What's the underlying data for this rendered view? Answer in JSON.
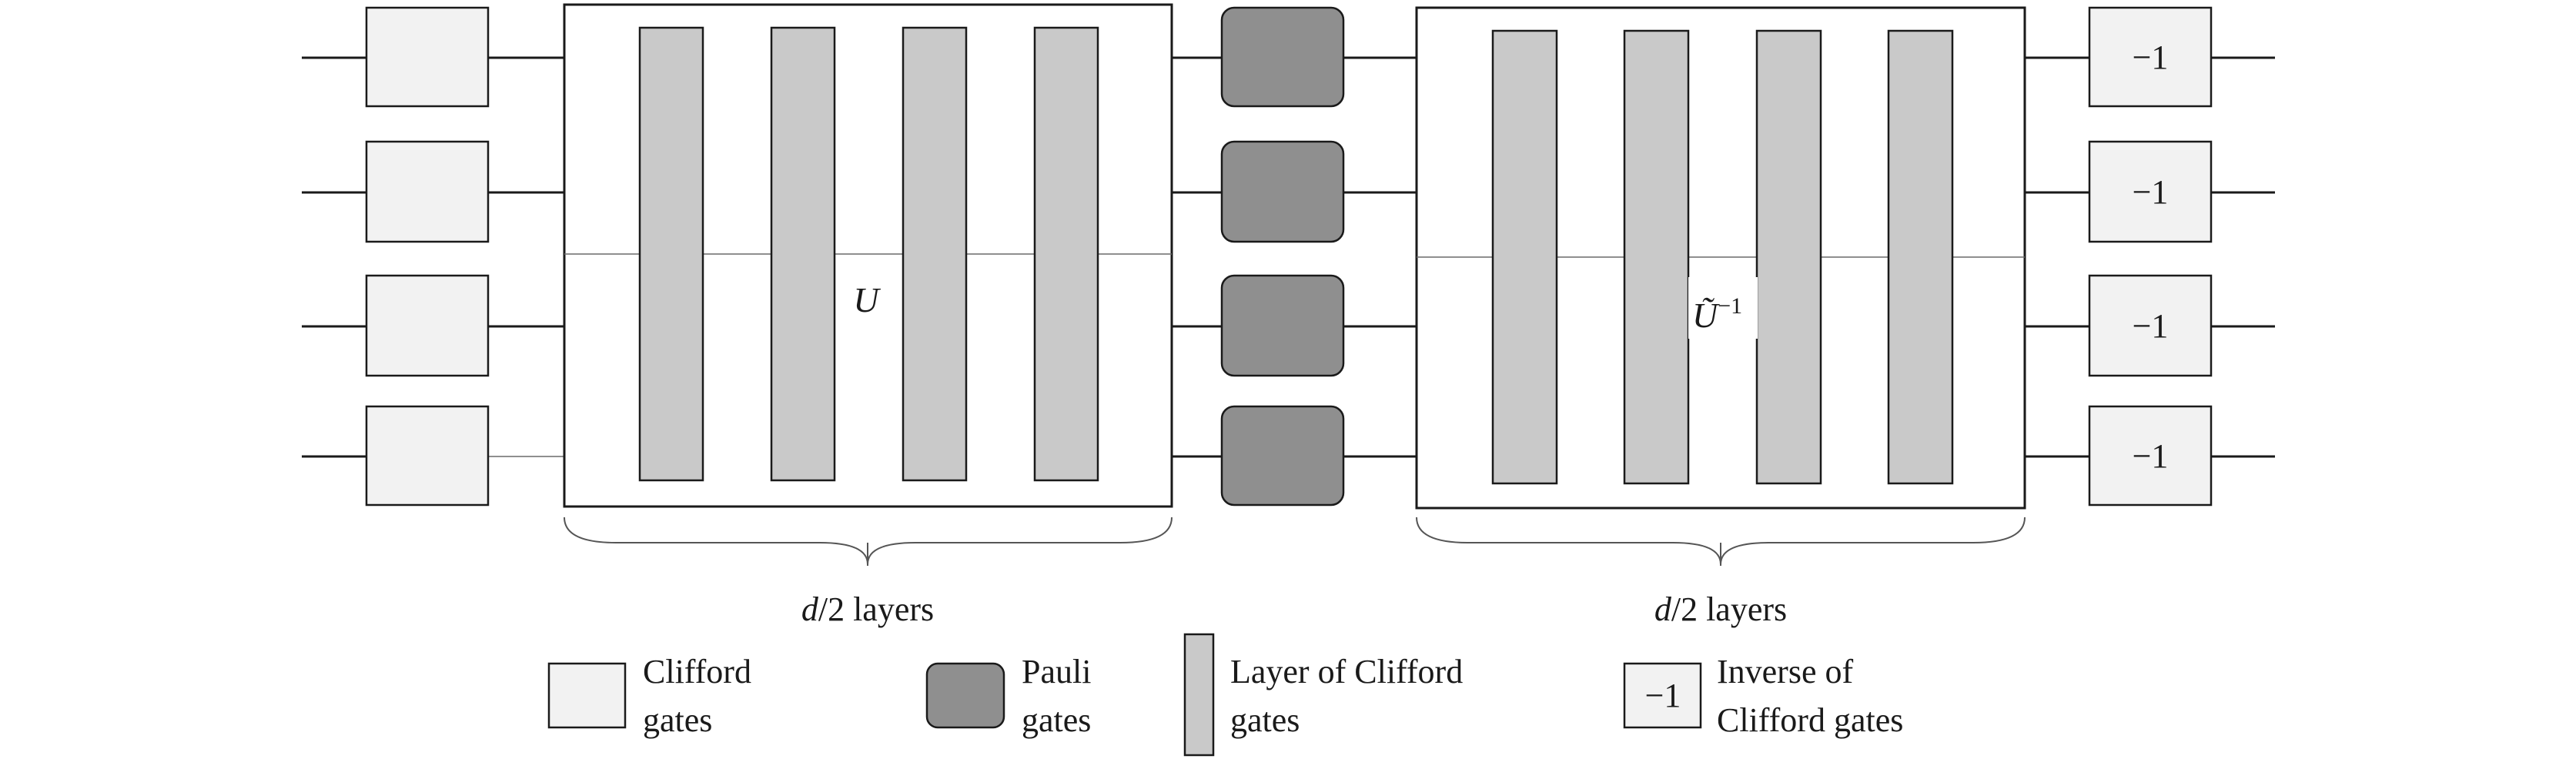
{
  "circuit": {
    "unitary_label": "U",
    "inverse_label_base": "Ũ",
    "inverse_label_sup": "−1",
    "inverse_gate_label": "−1",
    "left_brace": {
      "var": "d",
      "rest": "/2 layers"
    },
    "right_brace": {
      "var": "d",
      "rest": "/2 layers"
    }
  },
  "legend": {
    "clifford": {
      "line1": "Clifford",
      "line2": "gates"
    },
    "pauli": {
      "line1": "Pauli",
      "line2": "gates"
    },
    "layer": {
      "line1": "Layer of Clifford",
      "line2": "gates"
    },
    "inverse": {
      "symbol": "−1",
      "line1": "Inverse of",
      "line2": "Clifford gates"
    }
  },
  "colors": {
    "clifford_fill": "#f2f2f2",
    "pauli_fill": "#8f8f8f",
    "layer_fill": "#c9c9c9",
    "stroke": "#1a1a1a"
  }
}
